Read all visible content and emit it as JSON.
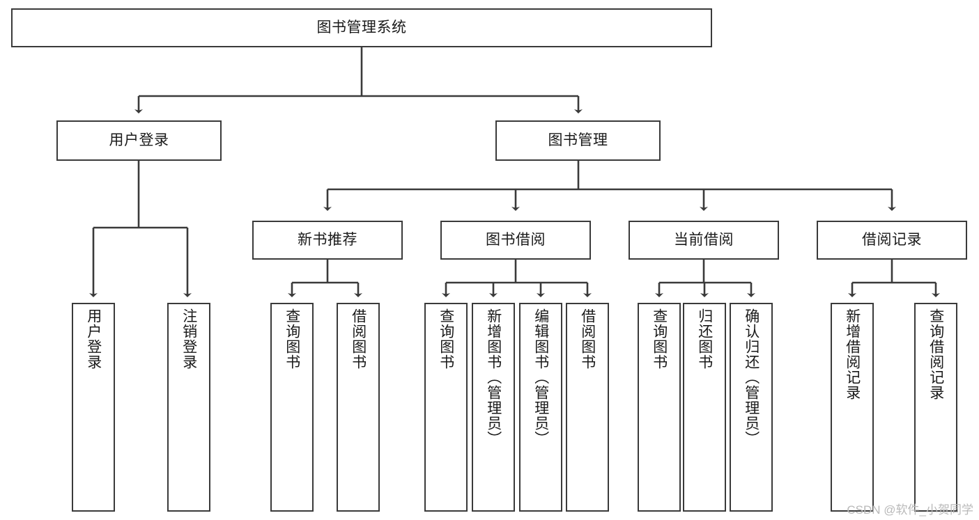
{
  "diagram": {
    "title_node": {
      "label": "图书管理系统"
    },
    "level2": [
      {
        "label": "用户登录"
      },
      {
        "label": "图书管理"
      }
    ],
    "level3": [
      {
        "label": "新书推荐"
      },
      {
        "label": "图书借阅"
      },
      {
        "label": "当前借阅"
      },
      {
        "label": "借阅记录"
      }
    ],
    "leaves": {
      "user_login": [
        {
          "label": "用户登录"
        },
        {
          "label": "注销登录"
        }
      ],
      "new_book_recommend": [
        {
          "label": "查询图书"
        },
        {
          "label": "借阅图书"
        }
      ],
      "book_borrow": [
        {
          "label": "查询图书"
        },
        {
          "label": "新增图书（管理员）"
        },
        {
          "label": "编辑图书（管理员）"
        },
        {
          "label": "借阅图书"
        }
      ],
      "current_borrow": [
        {
          "label": "查询图书"
        },
        {
          "label": "归还图书"
        },
        {
          "label": "确认归还（管理员）"
        }
      ],
      "borrow_record": [
        {
          "label": "新增借阅记录"
        },
        {
          "label": "查询借阅记录"
        }
      ]
    },
    "watermark": "CSDN @软件_小贺同学",
    "colors": {
      "box_border": "#3a3a3a",
      "connector": "#3a3a3a",
      "background": "#ffffff",
      "text": "#1a1a1a",
      "watermark": "#b9b9b9"
    }
  }
}
